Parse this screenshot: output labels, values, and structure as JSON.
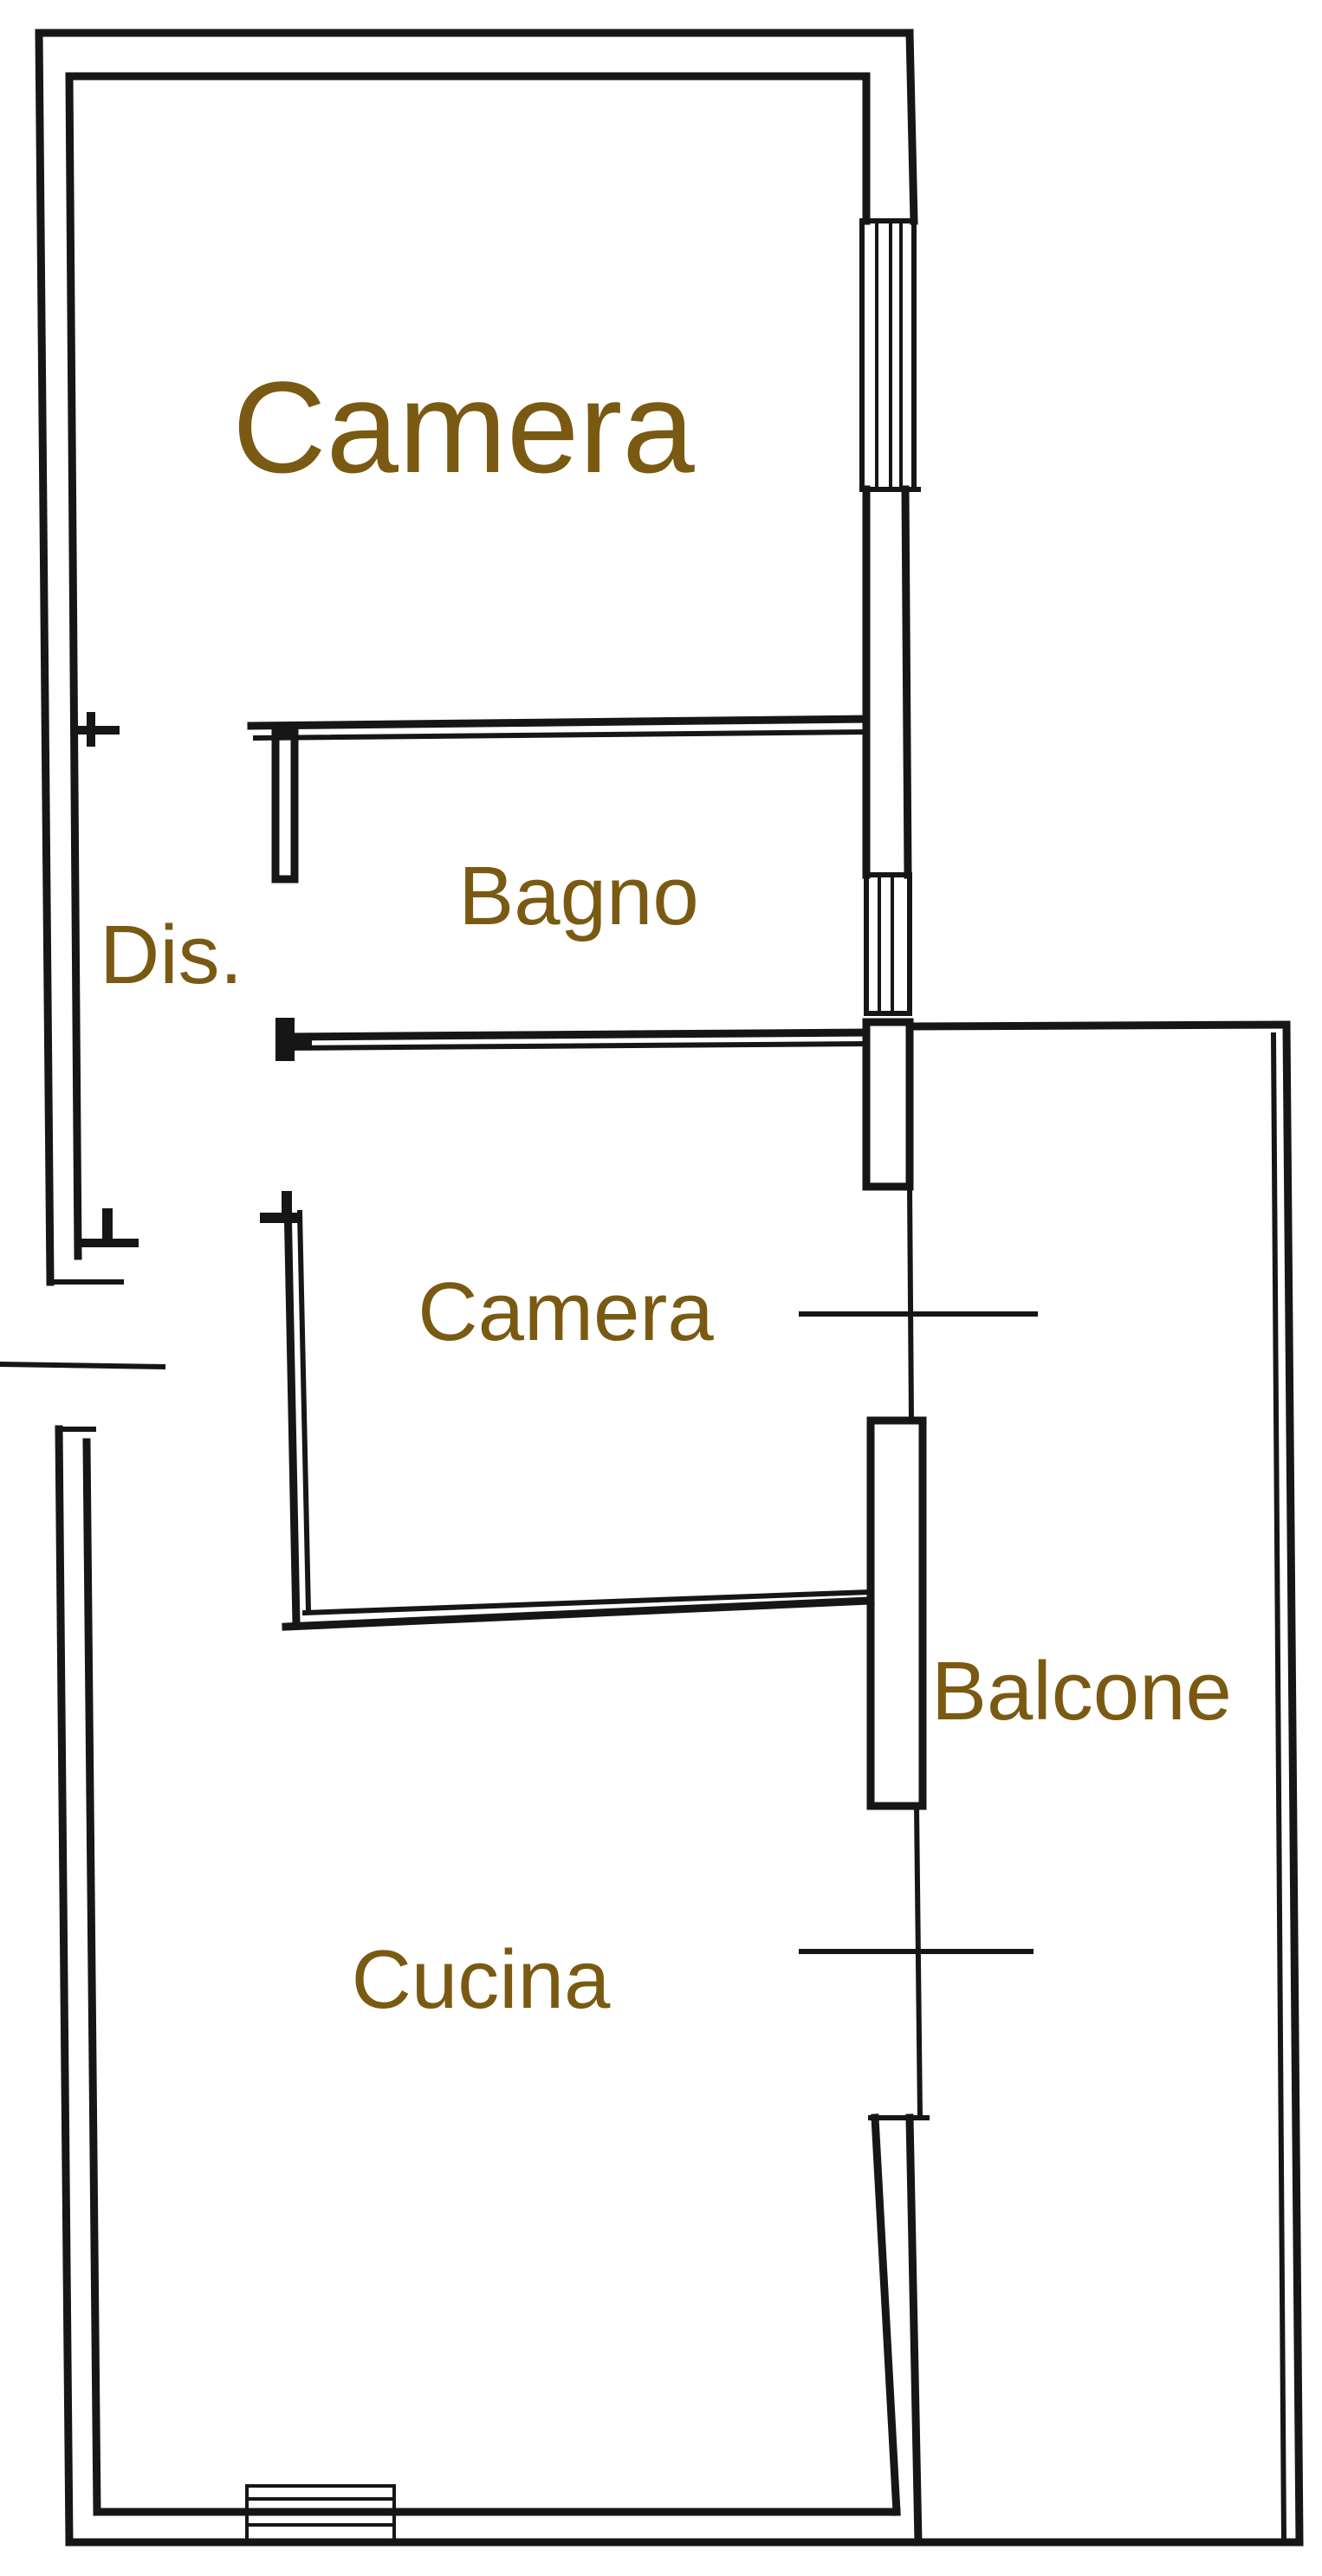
{
  "rooms": {
    "camera_main": "Camera",
    "bagno": "Bagno",
    "disimpegno": "Dis.",
    "camera_second": "Camera",
    "balcone": "Balcone",
    "cucina": "Cucina"
  },
  "colors": {
    "label": "#7a5a12",
    "wall": "#161616",
    "background": "#ffffff"
  }
}
